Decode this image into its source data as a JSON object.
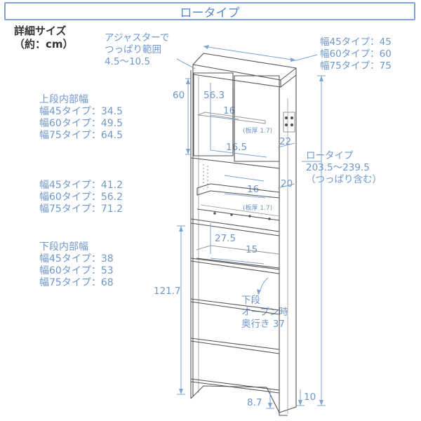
{
  "title": "ロータイプ",
  "detail_size": [
    "詳細サイズ",
    "（約：cm）"
  ],
  "adjuster": [
    "アジャスターで",
    "つっぱり範囲",
    "4.5～10.5"
  ],
  "width_types": [
    "幅45タイプ：45",
    "幅60タイプ：60",
    "幅75タイプ：75"
  ],
  "upper_inner": [
    "上段内部幅",
    "幅45タイプ：34.5",
    "幅60タイプ：49.5",
    "幅75タイプ：64.5"
  ],
  "middle_inner": [
    "幅45タイプ：41.2",
    "幅60タイプ：56.2",
    "幅75タイプ：71.2"
  ],
  "lower_inner": [
    "下段内部幅",
    "幅45タイプ：38",
    "幅60タイプ：53",
    "幅75タイプ：68"
  ],
  "height_total": [
    "ロータイプ",
    "203.5～239.5",
    "（つっぱり含む）"
  ],
  "lower_open": [
    "下段",
    "オープン時",
    "奥行き 37"
  ],
  "dims": {
    "d60": "60",
    "d56_3": "56.3",
    "d16a": "16",
    "d16_5": "16.5",
    "d22": "22",
    "d16b": "16",
    "d20": "20",
    "d27_5": "27.5",
    "d15": "15",
    "d121_7": "121.7",
    "d8_7": "8.7",
    "d10": "10"
  },
  "plate1": "(板厚 1.7)",
  "plate2": "(板厚 1.7)",
  "colors": {
    "accent": "#7fa3d3",
    "text_blue": "#6f97ca",
    "line": "#555555"
  }
}
